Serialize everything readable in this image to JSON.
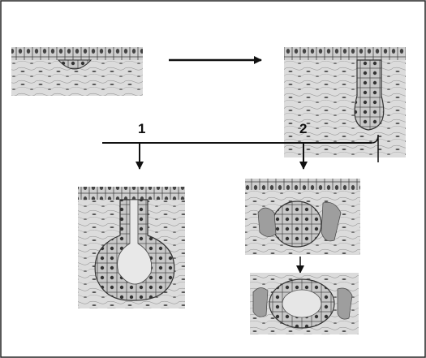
{
  "labels": {
    "pathway_1": "1",
    "pathway_2": "2"
  },
  "stages": {
    "initial": "epithelial-thickening",
    "intermediate": "downgrowth-bud",
    "pathway_1": "exocrine-gland-with-duct",
    "pathway_2_upper": "endocrine-cell-cluster",
    "pathway_2_lower": "endocrine-follicle"
  },
  "colors": {
    "frame": "#222222",
    "stroke": "#333333",
    "connective_tissue": "#d9d9d9",
    "cells": "#c4c4c4",
    "nuclei": "#333333"
  }
}
